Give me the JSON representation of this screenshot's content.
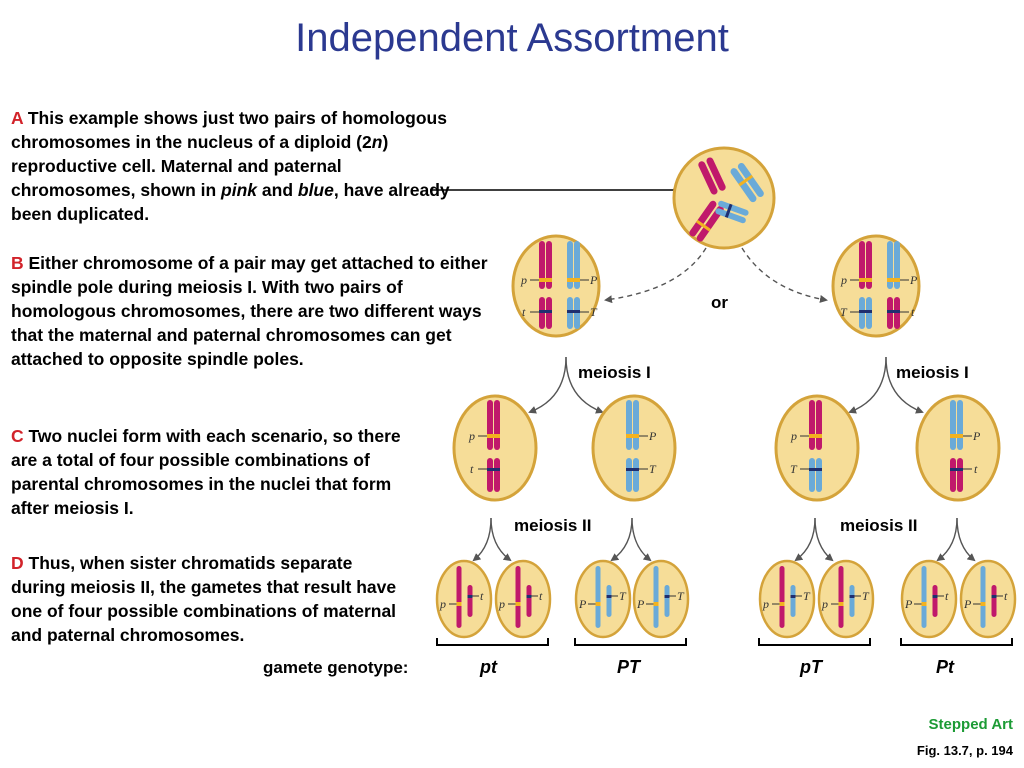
{
  "title": "Independent Assortment",
  "paragraphs": {
    "a": {
      "key": "A",
      "text_1": " This example shows just two pairs of homologous chromosomes in the nucleus of a diploid (2",
      "n": "n",
      "text_2": ") reproductive cell. Maternal and paternal chromosomes, shown in ",
      "pink": "pink",
      "and": " and ",
      "blue": "blue",
      "text_3": ", have already been duplicated."
    },
    "b": {
      "key": "B",
      "text": " Either chromosome of a pair may get attached to either spindle pole during meiosis I. With two pairs of homologous chromosomes, there are two different ways that the maternal and paternal chromosomes can get attached to opposite spindle poles."
    },
    "c": {
      "key": "C",
      "text": " Two nuclei form with each scenario, so there are a total of four possible combinations of parental chromosomes in the nuclei that form after meiosis I."
    },
    "d": {
      "key": "D",
      "text": " Thus, when sister chromatids separate during meiosis II, the gametes that result have one of four possible combinations of maternal and paternal chromosomes."
    }
  },
  "labels": {
    "or": "or",
    "meiosis_1_left": "meiosis I",
    "meiosis_1_right": "meiosis I",
    "meiosis_2_left": "meiosis II",
    "meiosis_2_right": "meiosis II",
    "gamete_genotype": "gamete genotype:"
  },
  "genotypes": [
    "pt",
    "PT",
    "pT",
    "Pt"
  ],
  "alleles": {
    "p": "p",
    "P": "P",
    "t": "t",
    "T": "T"
  },
  "footer": {
    "stepped_art": "Stepped Art",
    "figure": "Fig. 13.7, p. 194"
  },
  "colors": {
    "title": "#2b3990",
    "key_letter": "#d2232a",
    "maternal": "#c0196b",
    "paternal": "#6aaad8",
    "cell_fill": "#f6dd98",
    "cell_edge": "#d4a33a",
    "allele_yellow": "#f2b21f",
    "allele_navy": "#1f2f70",
    "stepped_art": "#1c9b35"
  }
}
